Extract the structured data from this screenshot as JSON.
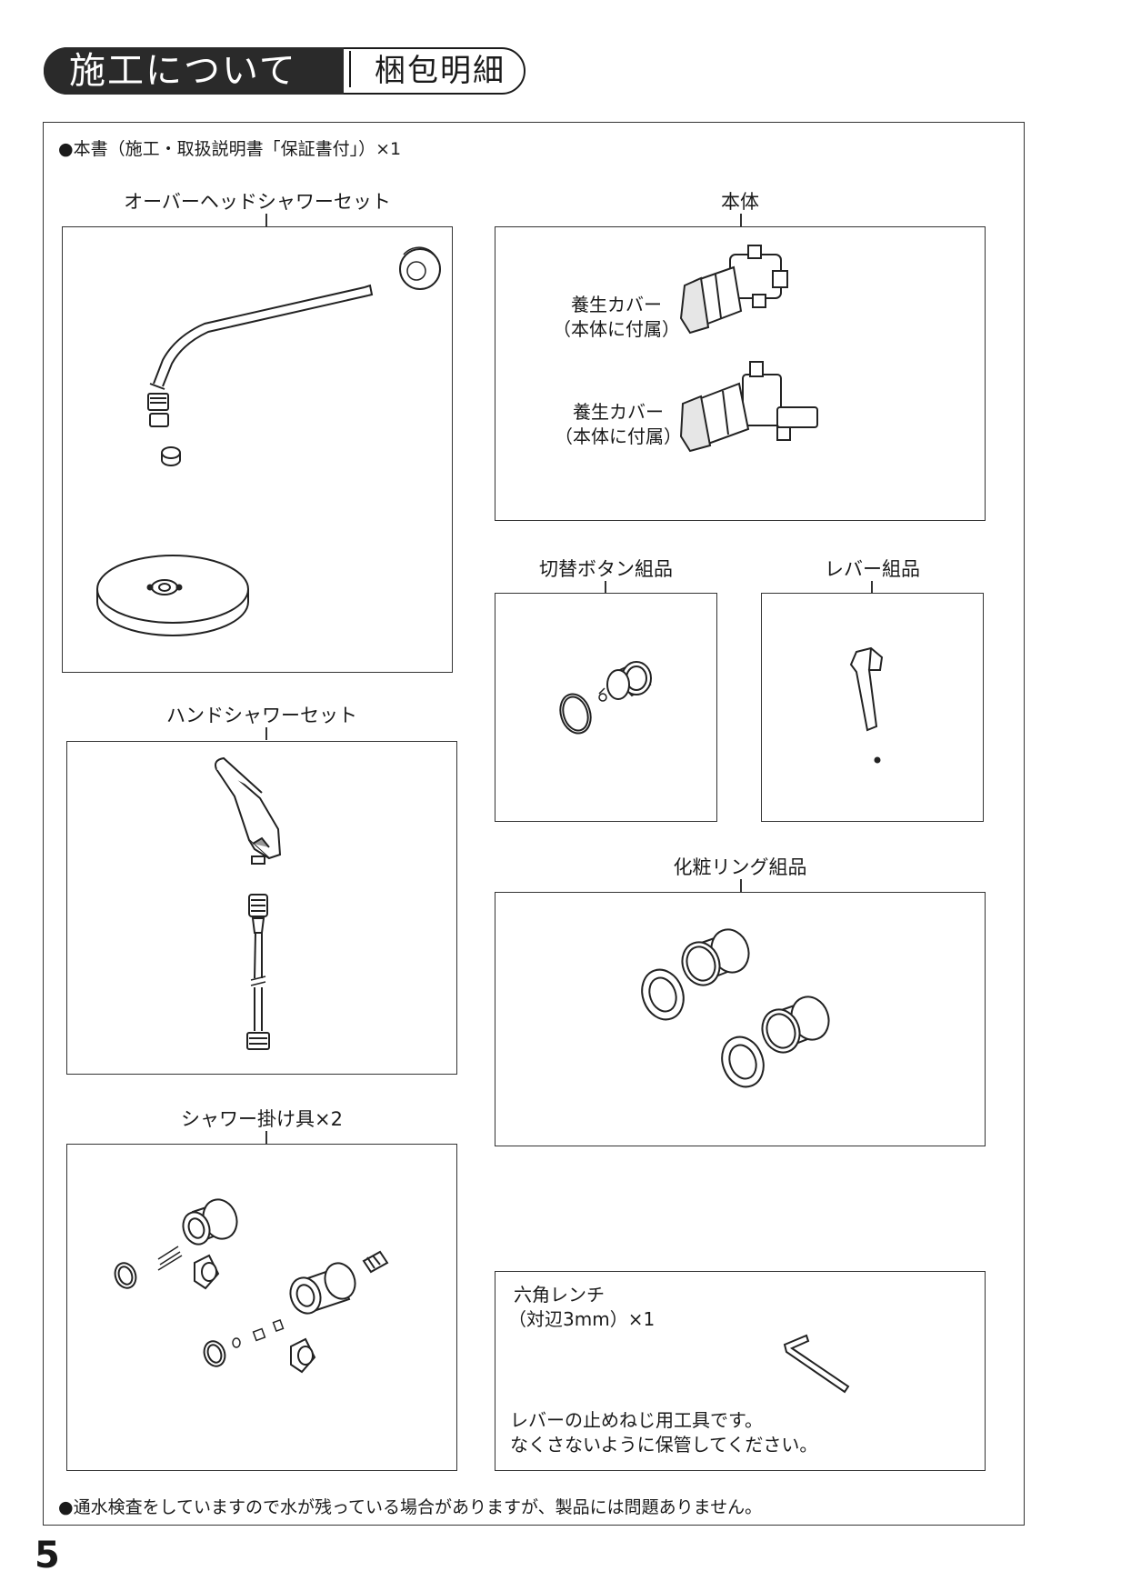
{
  "header": {
    "title": "施工について",
    "subtitle": "梱包明細"
  },
  "notes": {
    "top": "●本書（施工・取扱説明書「保証書付」）×1",
    "bottom": "●通水検査をしていますので水が残っている場合がありますが、製品には問題ありません。"
  },
  "parts": {
    "overhead": {
      "label": "オーバーヘッドシャワーセット"
    },
    "body": {
      "label": "本体",
      "cover1_line1": "養生カバー",
      "cover1_line2": "（本体に付属）",
      "cover2_line1": "養生カバー",
      "cover2_line2": "（本体に付属）"
    },
    "switch_button": {
      "label": "切替ボタン組品"
    },
    "lever": {
      "label": "レバー組品"
    },
    "hand_shower": {
      "label": "ハンドシャワーセット"
    },
    "decor_ring": {
      "label": "化粧リング組品"
    },
    "shower_holder": {
      "label": "シャワー掛け具×2"
    },
    "hex_wrench": {
      "title_line1": "六角レンチ",
      "title_line2": "（対辺3mm）×1",
      "note_line1": "レバーの止めねじ用工具です。",
      "note_line2": "なくさないように保管してください。"
    }
  },
  "page_number": "5"
}
